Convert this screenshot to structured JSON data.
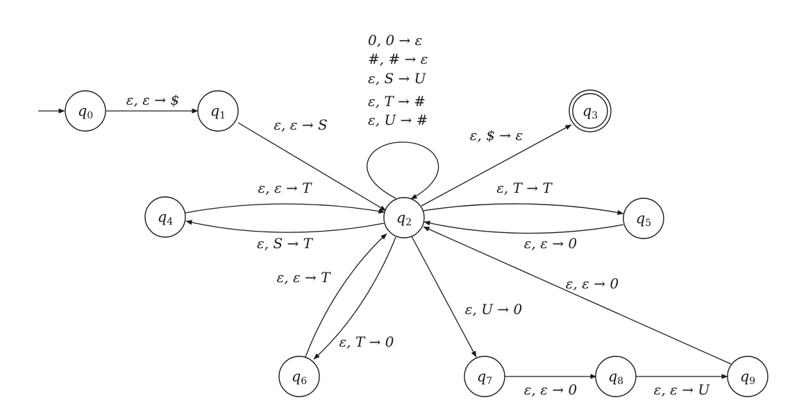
{
  "states": [
    {
      "id": "q0",
      "name": "q",
      "sub": "0",
      "accepting": false,
      "initial": true
    },
    {
      "id": "q1",
      "name": "q",
      "sub": "1",
      "accepting": false,
      "initial": false
    },
    {
      "id": "q2",
      "name": "q",
      "sub": "2",
      "accepting": false,
      "initial": false
    },
    {
      "id": "q3",
      "name": "q",
      "sub": "3",
      "accepting": true,
      "initial": false
    },
    {
      "id": "q4",
      "name": "q",
      "sub": "4",
      "accepting": false,
      "initial": false
    },
    {
      "id": "q5",
      "name": "q",
      "sub": "5",
      "accepting": false,
      "initial": false
    },
    {
      "id": "q6",
      "name": "q",
      "sub": "6",
      "accepting": false,
      "initial": false
    },
    {
      "id": "q7",
      "name": "q",
      "sub": "7",
      "accepting": false,
      "initial": false
    },
    {
      "id": "q8",
      "name": "q",
      "sub": "8",
      "accepting": false,
      "initial": false
    },
    {
      "id": "q9",
      "name": "q",
      "sub": "9",
      "accepting": false,
      "initial": false
    }
  ],
  "transitions": [
    {
      "from": "q0",
      "to": "q1",
      "label": "ε, ε → $"
    },
    {
      "from": "q1",
      "to": "q2",
      "label": "ε, ε → S"
    },
    {
      "from": "q2",
      "to": "q2",
      "labels": [
        "0, 0 → ε",
        "#, # → ε",
        "ε, S → U",
        "ε, T → #",
        "ε, U → #"
      ]
    },
    {
      "from": "q2",
      "to": "q3",
      "label": "ε, $ → ε"
    },
    {
      "from": "q4",
      "to": "q2",
      "label": "ε, ε → T"
    },
    {
      "from": "q2",
      "to": "q4",
      "label": "ε, S → T"
    },
    {
      "from": "q2",
      "to": "q5",
      "label": "ε, T → T"
    },
    {
      "from": "q5",
      "to": "q2",
      "label": "ε, ε → 0"
    },
    {
      "from": "q6",
      "to": "q2",
      "label": "ε, ε → T"
    },
    {
      "from": "q2",
      "to": "q6",
      "label": "ε, T → 0"
    },
    {
      "from": "q2",
      "to": "q7",
      "label": "ε, U → 0"
    },
    {
      "from": "q7",
      "to": "q8",
      "label": "ε, ε → 0"
    },
    {
      "from": "q8",
      "to": "q9",
      "label": "ε, ε → U"
    },
    {
      "from": "q9",
      "to": "q2",
      "label": "ε, ε → 0"
    }
  ]
}
